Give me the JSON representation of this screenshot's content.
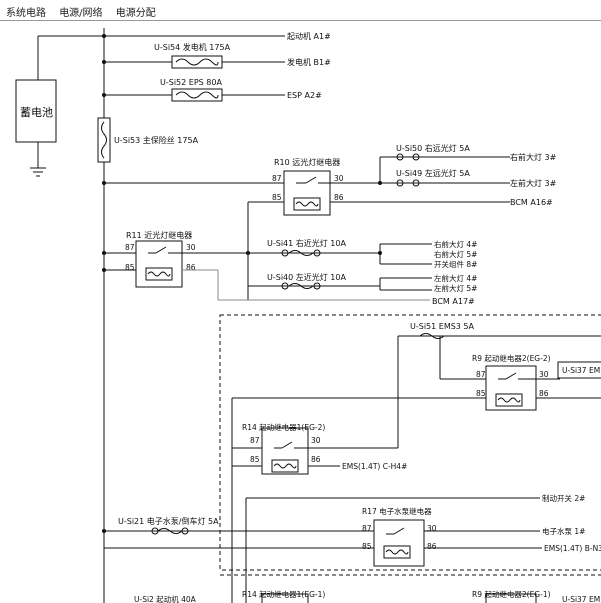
{
  "breadcrumb": {
    "items": [
      "系统电路",
      "电源/网络",
      "电源分配"
    ]
  },
  "battery": {
    "label": "蓄电池"
  },
  "main_fuse": {
    "label": "U-Si53  主保险丝 175A"
  },
  "fuses": {
    "si54": "U-Si54  发电机 175A",
    "si52": "U-Si52  EPS  80A",
    "si50": "U-Si50  右远光灯 5A",
    "si49": "U-Si49  左远光灯 5A",
    "si41": "U-Si41  右近光灯 10A",
    "si40": "U-Si40  左近光灯 10A",
    "si51": "U-Si51  EMS3  5A",
    "si37a": "U-Si37  EM",
    "si21": "U-Si21  电子水泵/倒车灯 5A",
    "si37b": "U-Si37  EM",
    "si_bottom": "U-Si2  起动机 40A"
  },
  "relays": {
    "r10": {
      "title": "R10  远光灯继电器",
      "p87": "87",
      "p30": "30",
      "p85": "85",
      "p86": "86"
    },
    "r11": {
      "title": "R11  近光灯继电器",
      "p87": "87",
      "p30": "30",
      "p85": "85",
      "p86": "86"
    },
    "r9": {
      "title": "R9  起动继电器2(EG-2)",
      "p87": "87",
      "p30": "30",
      "p85": "85",
      "p86": "86"
    },
    "r14": {
      "title": "R14  起动继电器1(EG-2)",
      "p87": "87",
      "p30": "30",
      "p85": "85",
      "p86": "86"
    },
    "r17": {
      "title": "R17  电子水泵继电器",
      "p87": "87",
      "p30": "30",
      "p85": "85",
      "p86": "86"
    },
    "r14b": {
      "title": "R14  起动继电器1(EG-1)"
    },
    "r9b": {
      "title": "R9  起动继电器2(EG-1)"
    }
  },
  "outputs": {
    "starter": "起动机  A1#",
    "generator": "发电机  B1#",
    "esp": "ESP  A2#",
    "right_head_hi": "右前大灯 3#",
    "left_head_hi": "左前大灯 3#",
    "bcm_a16": "BCM A16#",
    "right_head_4": "右前大灯 4#",
    "right_head_5": "右前大灯 5#",
    "switch_8": "开关组件 8#",
    "left_head_4": "左前大灯 4#",
    "left_head_5": "左前大灯 5#",
    "bcm_a17": "BCM A17#",
    "ems_14": "EMS(1.4T)  C-H4#",
    "brake_switch": "制动开关 2#",
    "water_pump": "电子水泵 1#",
    "ems_n3": "EMS(1.4T)  B-N3"
  }
}
